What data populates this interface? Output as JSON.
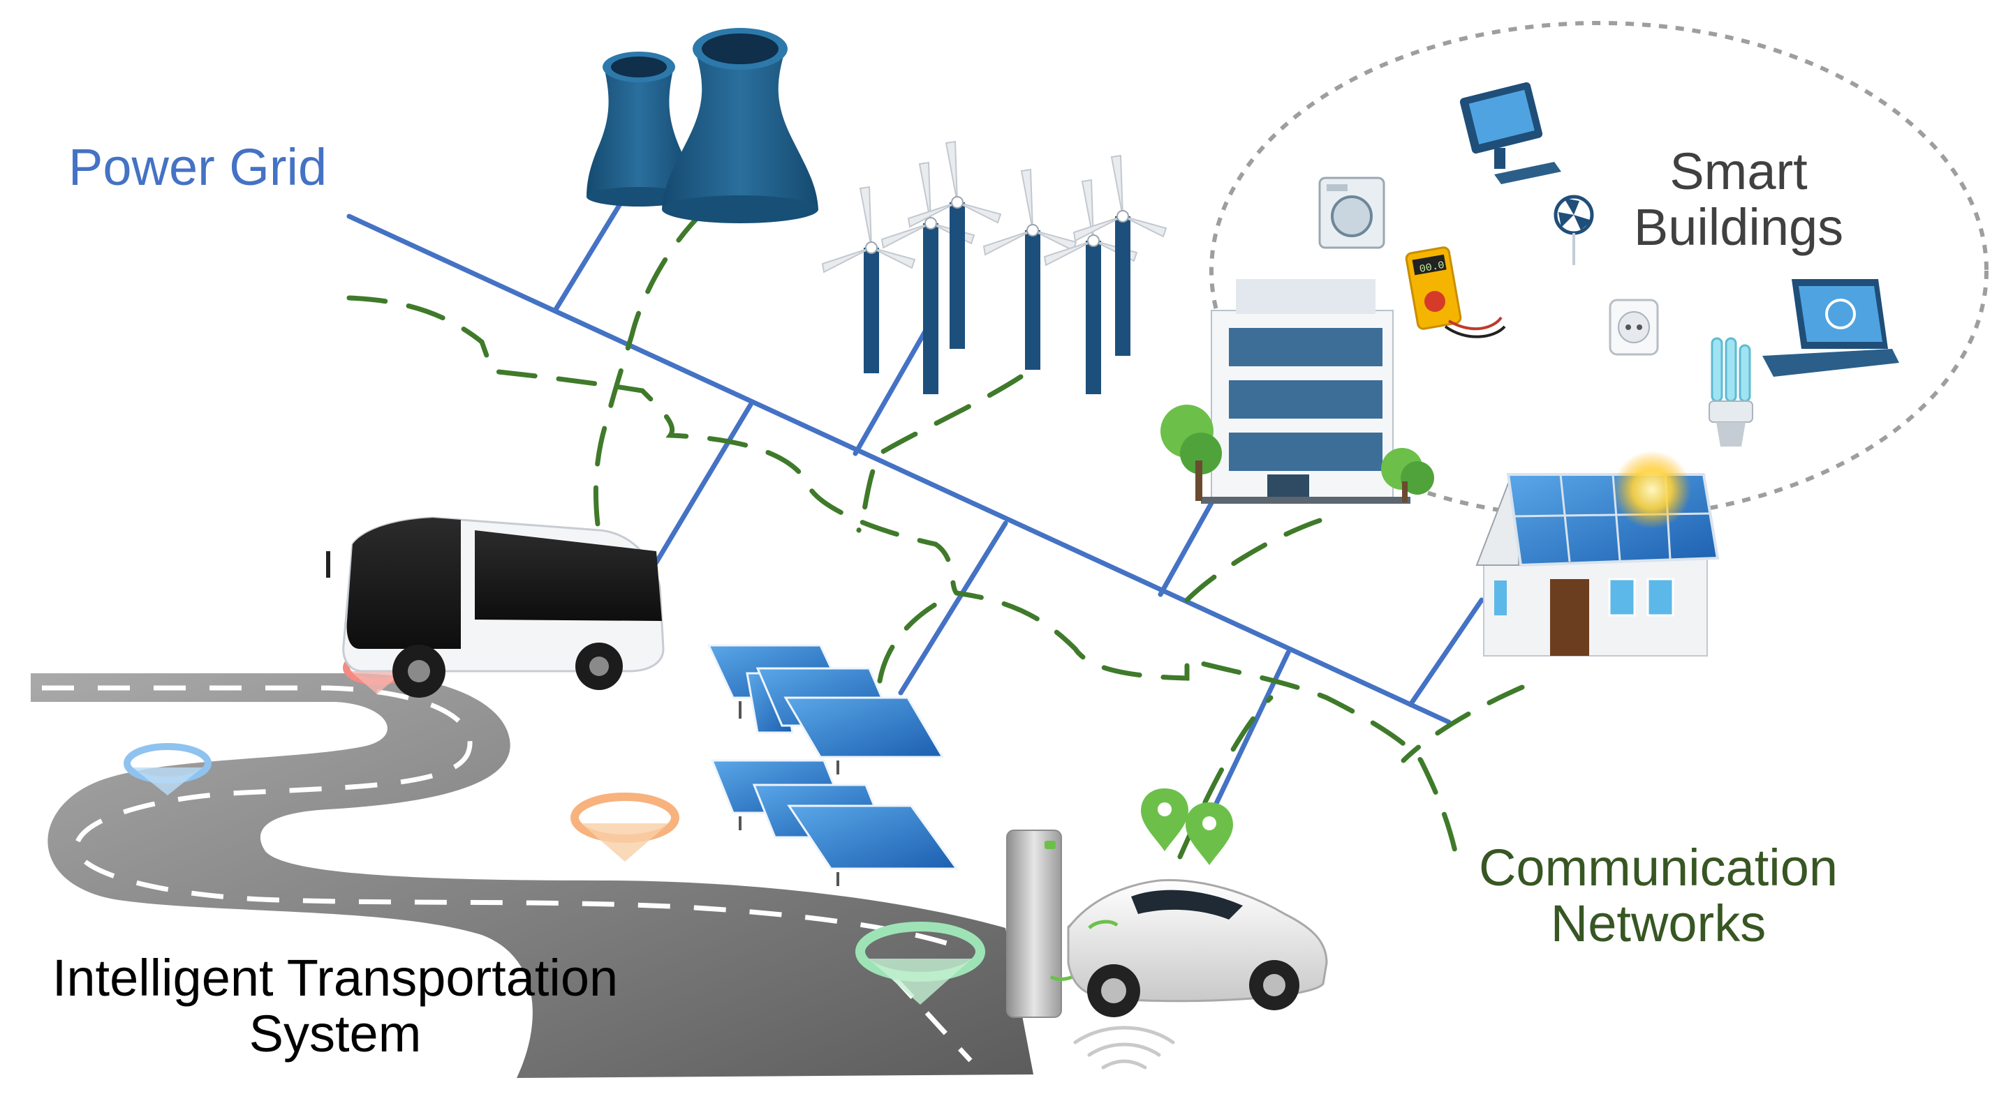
{
  "labels": {
    "power_grid": "Power Grid",
    "smart_buildings_line1": "Smart",
    "smart_buildings_line2": "Buildings",
    "communication_line1": "Communication",
    "communication_line2": "Networks",
    "its_line1": "Intelligent Transportation",
    "its_line2": "System"
  },
  "meter_readout": "00.0",
  "colors": {
    "power_line": "#4472c4",
    "comm_line": "#3f7a2a",
    "power_label": "#4472c4",
    "comm_label": "#375623",
    "building_label": "#404040",
    "system_label": "#000000",
    "cooling_tower": "#1f5f8b",
    "road": "#8a8a8a"
  },
  "icons": [
    "cooling-tower-icon",
    "wind-turbine-icon",
    "office-building-icon",
    "house-solar-icon",
    "solar-panel-icon",
    "bus-icon",
    "electric-car-icon",
    "charging-station-icon",
    "computer-icon",
    "washing-machine-icon",
    "multimeter-icon",
    "fan-icon",
    "power-outlet-icon",
    "cfl-bulb-icon",
    "laptop-icon",
    "location-pin-icon",
    "wifi-icon",
    "road-icon"
  ]
}
